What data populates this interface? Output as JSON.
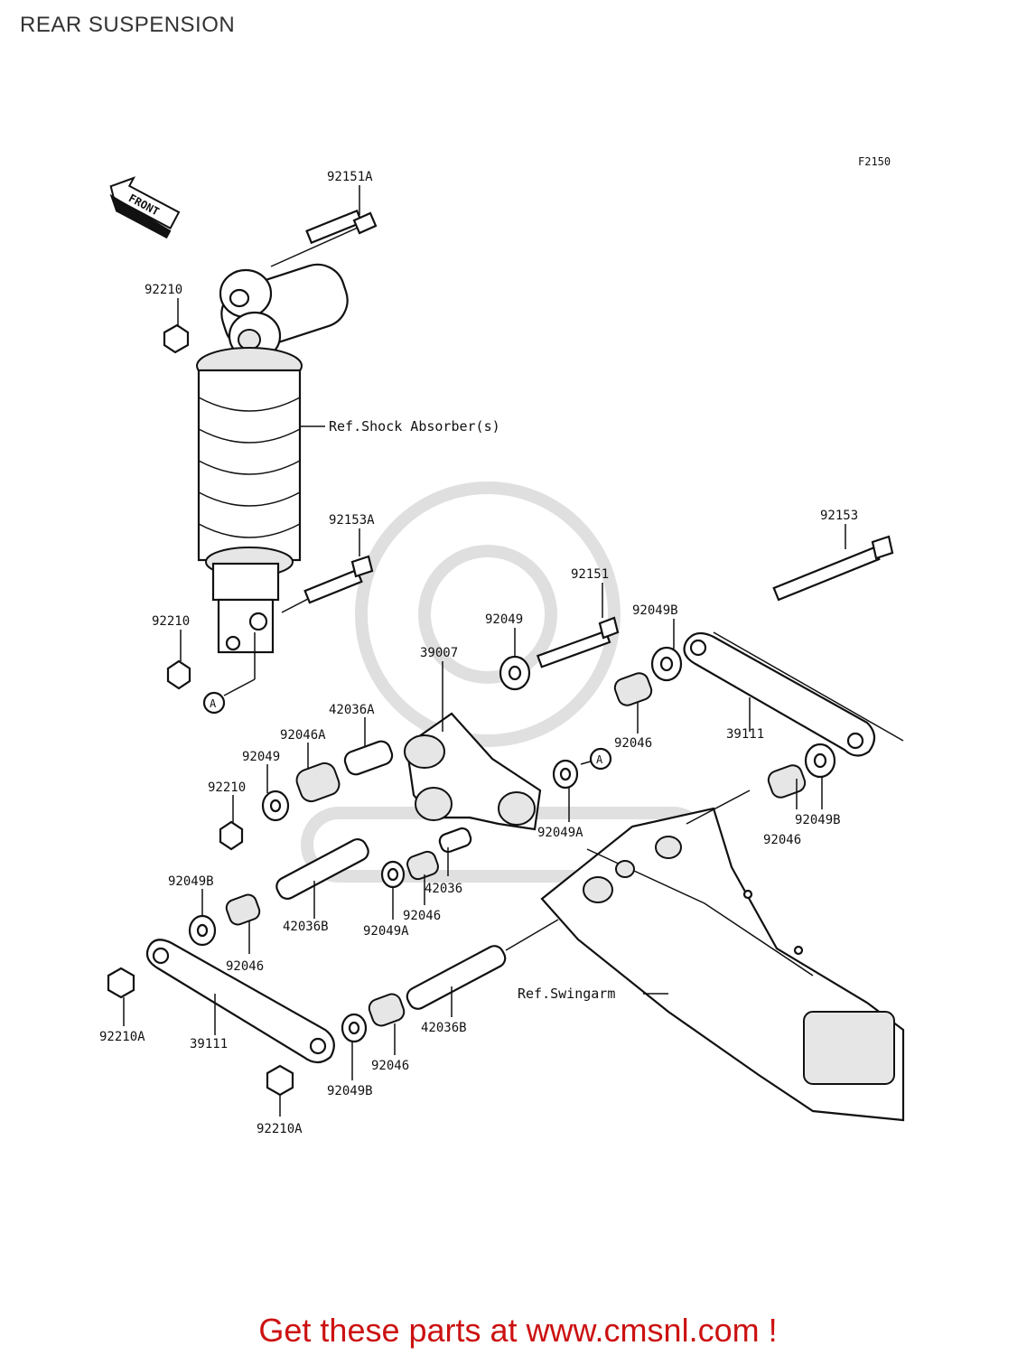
{
  "title": "REAR SUSPENSION",
  "figure_code": "F2150",
  "front_label": "FRONT",
  "refs": {
    "shock": "Ref.Shock Absorber(s)",
    "swingarm": "Ref.Swingarm",
    "point_a": "A"
  },
  "parts": [
    {
      "id": "p1",
      "label": "92151A"
    },
    {
      "id": "p2",
      "label": "92210"
    },
    {
      "id": "p3",
      "label": "92153A"
    },
    {
      "id": "p4",
      "label": "92210"
    },
    {
      "id": "p5",
      "label": "92153"
    },
    {
      "id": "p6",
      "label": "92151"
    },
    {
      "id": "p7",
      "label": "92049"
    },
    {
      "id": "p8",
      "label": "92049B"
    },
    {
      "id": "p9",
      "label": "39007"
    },
    {
      "id": "p10",
      "label": "42036A"
    },
    {
      "id": "p11",
      "label": "92046A"
    },
    {
      "id": "p12",
      "label": "92049"
    },
    {
      "id": "p13",
      "label": "92210"
    },
    {
      "id": "p14",
      "label": "92046"
    },
    {
      "id": "p15",
      "label": "39111"
    },
    {
      "id": "p16",
      "label": "92049A"
    },
    {
      "id": "p17",
      "label": "92049B"
    },
    {
      "id": "p18",
      "label": "92046"
    },
    {
      "id": "p19",
      "label": "42036"
    },
    {
      "id": "p20",
      "label": "92046"
    },
    {
      "id": "p21",
      "label": "92049A"
    },
    {
      "id": "p22",
      "label": "42036B"
    },
    {
      "id": "p23",
      "label": "92049B"
    },
    {
      "id": "p24",
      "label": "92046"
    },
    {
      "id": "p25",
      "label": "92210A"
    },
    {
      "id": "p26",
      "label": "39111"
    },
    {
      "id": "p27",
      "label": "42036B"
    },
    {
      "id": "p28",
      "label": "92046"
    },
    {
      "id": "p29",
      "label": "92049B"
    },
    {
      "id": "p30",
      "label": "92210A"
    }
  ],
  "footer": "Get these parts at www.cmsnl.com !"
}
